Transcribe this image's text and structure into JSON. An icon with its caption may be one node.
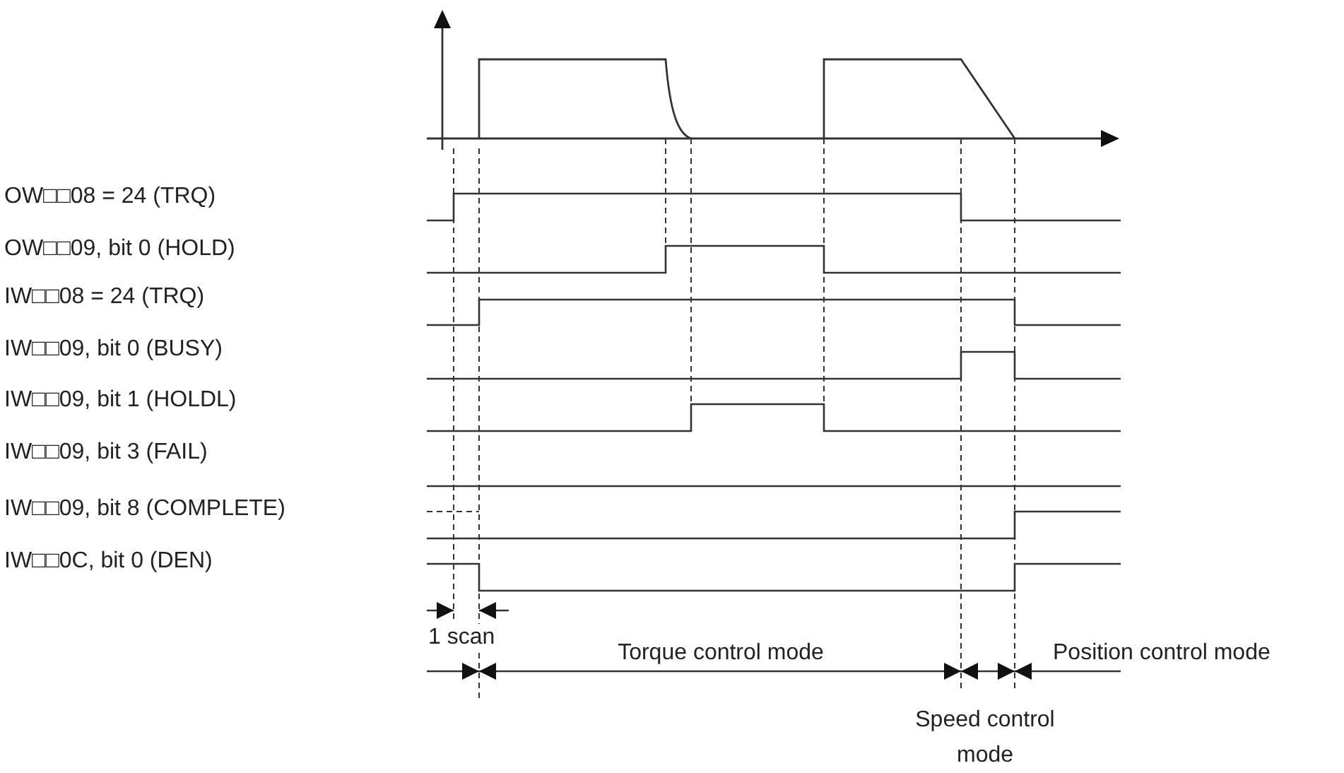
{
  "diagram": {
    "labels": [
      "OW□□08 = 24 (TRQ)",
      "OW□□09, bit 0 (HOLD)",
      "IW□□08 = 24 (TRQ)",
      "IW□□09, bit 0 (BUSY)",
      "IW□□09, bit 1 (HOLDL)",
      "IW□□09, bit 3 (FAIL)",
      "IW□□09, bit 8 (COMPLETE)",
      "IW□□0C, bit 0 (DEN)",
      "1 scan",
      "Torque control mode",
      "Position control mode",
      "Speed control mode"
    ]
  }
}
